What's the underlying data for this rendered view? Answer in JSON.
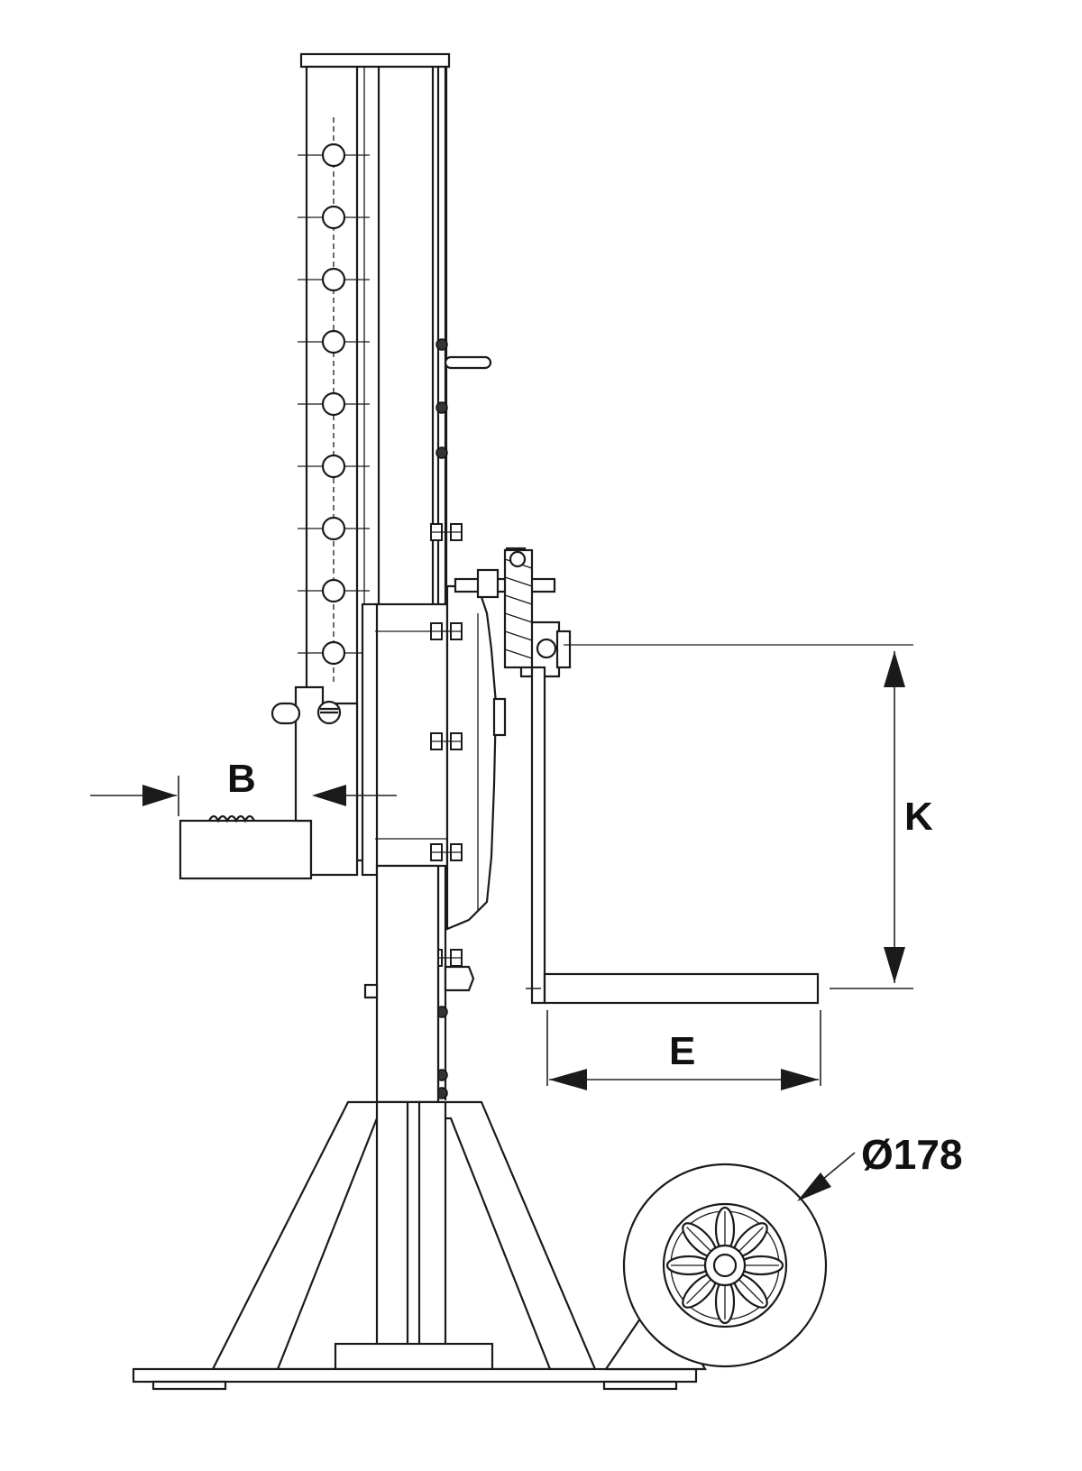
{
  "dimensions": {
    "b_label": "B",
    "k_label": "K",
    "e_label": "E",
    "wheel_diameter_label": "Ø178"
  }
}
